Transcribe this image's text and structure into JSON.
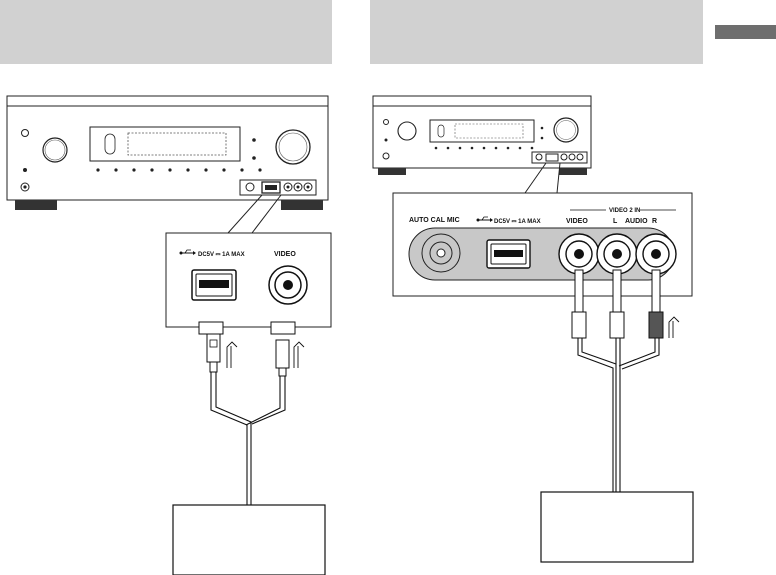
{
  "left_panel": {
    "labels": {
      "usb_rating": "DC5V ⎓ 1A MAX",
      "video": "VIDEO"
    }
  },
  "right_panel": {
    "labels": {
      "auto_cal_mic": "AUTO CAL MIC",
      "usb_rating": "DC5V ⎓ 1A MAX",
      "video2_in": "VIDEO 2 IN",
      "video": "VIDEO",
      "audio_l": "L",
      "audio": "AUDIO",
      "audio_r": "R"
    }
  },
  "icons": [
    "usb-icon",
    "power-icon",
    "headphone-icon",
    "insert-arrow-icon"
  ]
}
